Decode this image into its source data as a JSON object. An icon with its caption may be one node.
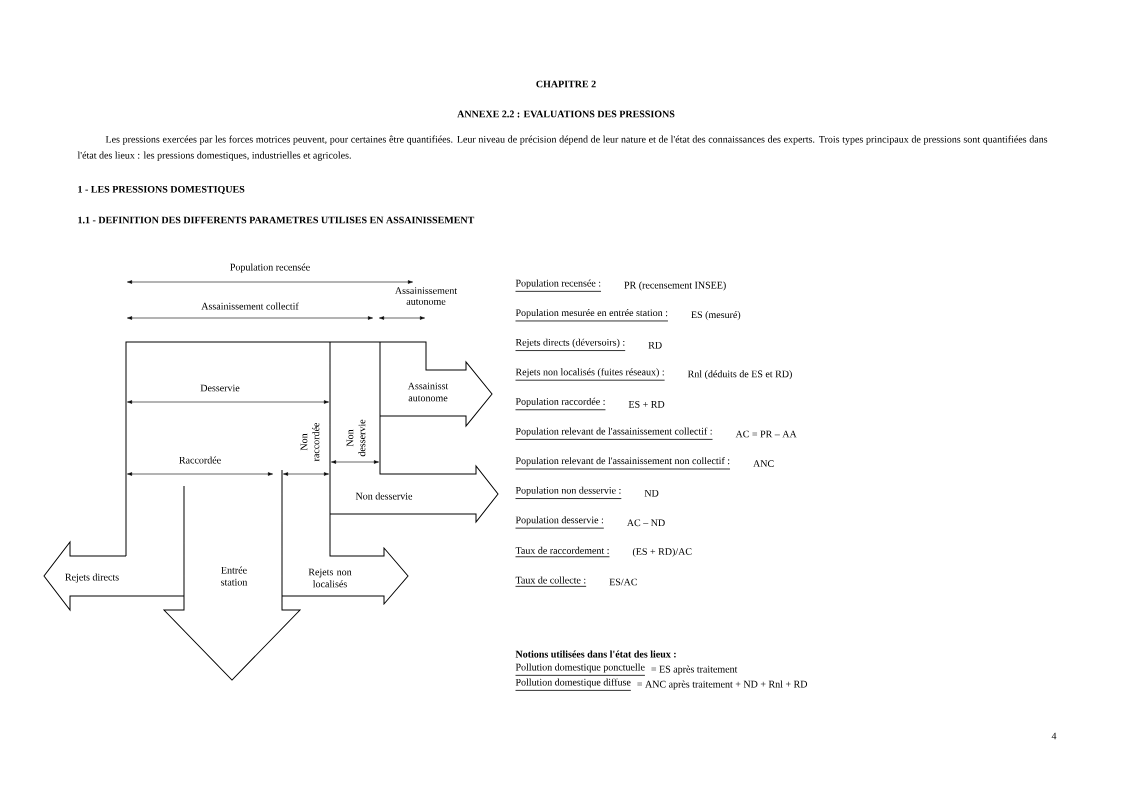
{
  "diagram": {
    "labels": [
      "CHAPITRE 2",
      "ANNEXE 2.2 : EVALUATIONS DES PRESSIONS",
      "Les pressions exercées par les forces motrices peuvent, pour certaines être quantifiées. Leur niveau de précision dépend de leur nature et de l'état des connaissances des experts. Trois types principaux de pressions sont quantifiées dans l'état des lieux : les pressions domestiques, industrielles et agricoles.",
      "1 - LES PRESSIONS DOMESTIQUES",
      "1.1 - DEFINITION DES DIFFERENTS PARAMETRES UTILISES EN ASSAINISSEMENT",
      "Population recensée",
      "Assainissement collectif",
      "Assainissement autonome",
      "Desservie",
      "Assainisst autonome",
      "Non raccordée",
      "Non desservie",
      "Raccordée",
      "Non desservie",
      "Rejets directs",
      "Entrée station",
      "Rejets non localisés",
      "Population recensée :",
      "PR (recensement INSEE)",
      "Population mesurée en entrée station :",
      "ES (mesuré)",
      "Rejets directs (déversoirs) :",
      "RD",
      "Rejets non localisés (fuites réseaux) :",
      "Rnl (déduits de ES et RD)",
      "Population raccordée :",
      "ES + RD",
      "Population relevant de l'assainissement collectif :",
      "AC = PR – AA",
      "Population relevant de l'assainissement non collectif :",
      "ANC",
      "Population non desservie :",
      "ND",
      "Population desservie :",
      "AC – ND",
      "Taux de raccordement :",
      "(ES + RD)/AC",
      "Taux de collecte :",
      "ES/AC",
      "Notions utilisées dans l'état des lieux :",
      "Pollution domestique ponctuelle",
      "= ES après traitement",
      "Pollution domestique diffuse",
      "= ANC après traitement + ND + Rnl + RD",
      "4"
    ]
  }
}
